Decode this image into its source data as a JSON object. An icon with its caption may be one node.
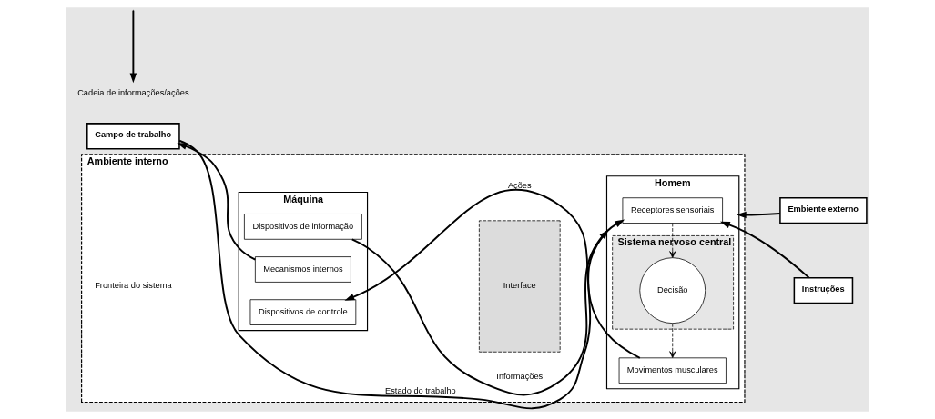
{
  "diagram": {
    "nodes": [
      {
        "text": [
          "Ambiente interno",
          "Fronteira do sistema"
        ]
      },
      {
        "text": [
          "Máquina"
        ],
        "in": 0
      },
      {
        "text": [
          "Dispositivos de informação"
        ],
        "in": 1
      },
      {
        "text": [
          "Mecanismos internos"
        ],
        "in": 1
      },
      {
        "text": [
          "Dispositivos de controle"
        ],
        "in": 1
      },
      {
        "text": [
          "Interface"
        ],
        "in": 0
      },
      {
        "text": [
          "Homem"
        ],
        "in": 0
      },
      {
        "text": [
          "Receptores sensoriais"
        ],
        "in": 6
      },
      {
        "text": [
          "Sistema nervoso central"
        ],
        "in": 6
      },
      {
        "text": [
          "Decisão"
        ],
        "in": 8
      },
      {
        "text": [
          "Movimentos musculares"
        ],
        "in": 6
      },
      {
        "text": [
          "Campo de trabalho"
        ]
      },
      {
        "text": [
          "Embiente externo"
        ]
      },
      {
        "text": [
          "Instruções"
        ]
      }
    ],
    "edges": [
      {
        "from": 2,
        "to": 7,
        "arrow": "to",
        "label": "Informações"
      },
      {
        "from": 10,
        "to": 4,
        "arrow": "to",
        "label": "Ações"
      },
      {
        "from": 3,
        "to": 11,
        "arrow": "to"
      },
      {
        "from": 11,
        "to": 6,
        "arrow": "to",
        "label": "Estado do trabalho"
      },
      {
        "from": 12,
        "to": 6,
        "arrow": "to"
      },
      {
        "from": 13,
        "to": 7,
        "arrow": "to"
      },
      {
        "from": 7,
        "to": 9,
        "arrow": "to",
        "style": "dashed"
      },
      {
        "from": 9,
        "to": 10,
        "arrow": "to",
        "style": "dashed"
      }
    ],
    "legend": [
      {
        "text": "Cadeia de informações/ações"
      }
    ]
  }
}
